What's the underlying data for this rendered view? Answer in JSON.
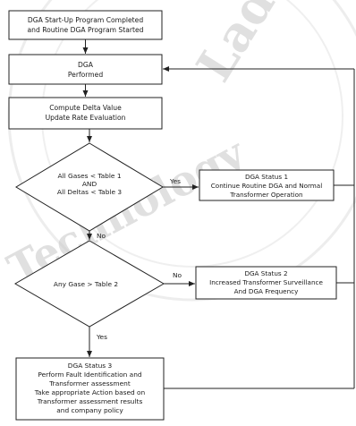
{
  "watermark": {
    "text_a": "Ladkra",
    "text_b": "Technology"
  },
  "nodes": {
    "start": {
      "line1": "DGA Start-Up Program Completed",
      "line2": "and Routine DGA Program Started"
    },
    "dga_performed": {
      "line1": "DGA",
      "line2": "Performed"
    },
    "compute": {
      "line1": "Compute Delta Value",
      "line2": "Update Rate Evaluation"
    },
    "decision1": {
      "line1": "All Gases < Table 1",
      "line2": "AND",
      "line3": "All Deltas < Table 3"
    },
    "status1": {
      "line1": "DGA Status 1",
      "line2": "Continue Routine DGA and Normal",
      "line3": "Transformer Operation"
    },
    "decision2": {
      "line1": "Any Gase > Table 2"
    },
    "status2": {
      "line1": "DGA Status 2",
      "line2": "Increased Transformer Surveillance",
      "line3": "And DGA Frequency"
    },
    "status3": {
      "line1": "DGA Status 3",
      "line2": "Perform Fault Identification and",
      "line3": "Transformer assessment",
      "line4": "Take appropriate Action based on",
      "line5": "Transformer assessment results",
      "line6": "and company policy"
    }
  },
  "edge_labels": {
    "d1_yes": "Yes",
    "d1_no": "No",
    "d2_no": "No",
    "d2_yes": "Yes"
  },
  "colors": {
    "line": "#222222",
    "watermark": "#c8c8c8"
  }
}
